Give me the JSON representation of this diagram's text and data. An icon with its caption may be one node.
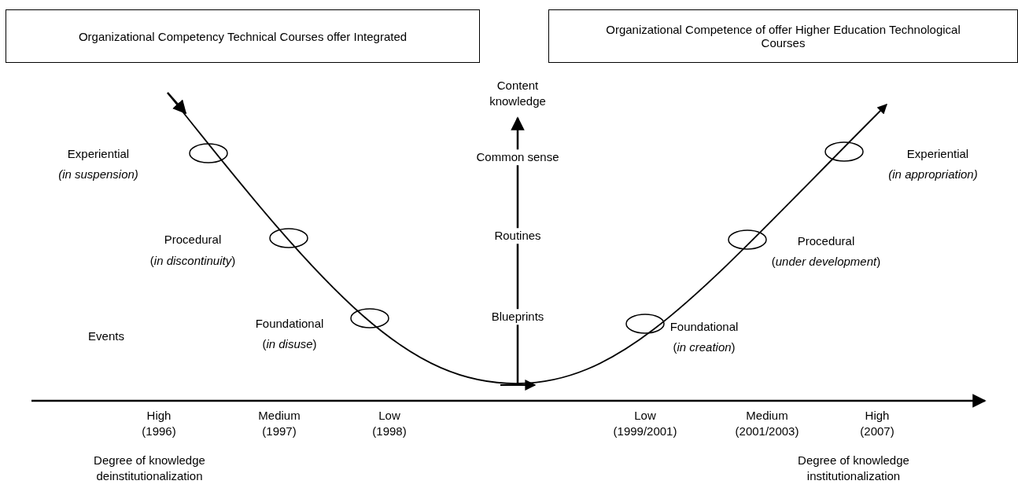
{
  "diagram": {
    "nodes": [
      {
        "text": [
          "Organizational Competency Technical Courses offer Integrated"
        ]
      },
      {
        "text": [
          "Organizational Competence of offer Higher Education Technological Courses"
        ]
      }
    ],
    "labels": [
      "Content knowledge",
      "Experiential",
      "(in suspension)",
      "Common sense",
      "Experiential",
      "(in appropriation)",
      "Procedural",
      "(*in discontinuity*)",
      "Routines",
      "Procedural",
      "(*under development*)",
      "Blueprints",
      "Foundational",
      "(*in disuse*)",
      "Events",
      "Foundational",
      "(*in creation*)",
      "High (1996)",
      "Medium (1997)",
      "Low (1998)",
      "Low (1999/2001)",
      "Medium (2001/2003)",
      "High (2007)",
      "Degree of knowledge deinstitutionalization",
      "Degree of knowledge institutionalization"
    ]
  }
}
